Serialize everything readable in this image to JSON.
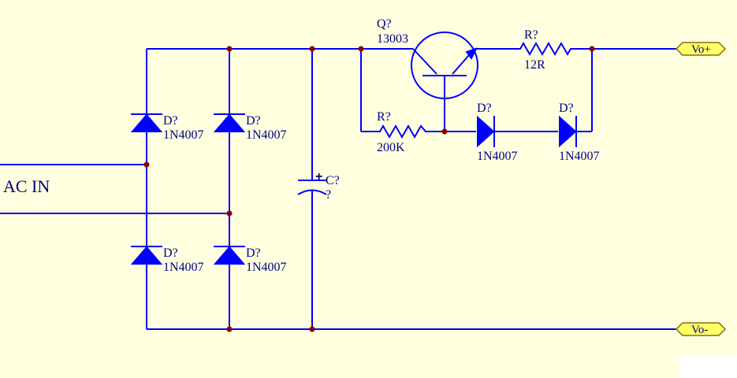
{
  "colors": {
    "background": "#ffffe0",
    "wire": "#0000ff",
    "junction": "#8b0000",
    "text": "#000080",
    "port_fill": "#ffff66"
  },
  "input_label": "AC IN",
  "bridge": {
    "d1": {
      "designator": "D?",
      "part": "1N4007"
    },
    "d2": {
      "designator": "D?",
      "part": "1N4007"
    },
    "d3": {
      "designator": "D?",
      "part": "1N4007"
    },
    "d4": {
      "designator": "D?",
      "part": "1N4007"
    }
  },
  "capacitor": {
    "designator": "C?",
    "value": "?",
    "polarity": "+"
  },
  "transistor": {
    "designator": "Q?",
    "part": "13003"
  },
  "r_base": {
    "designator": "R?",
    "value": "200K"
  },
  "r_out": {
    "designator": "R?",
    "value": "12R"
  },
  "d5": {
    "designator": "D?",
    "part": "1N4007"
  },
  "d6": {
    "designator": "D?",
    "part": "1N4007"
  },
  "ports": {
    "vout_pos": "Vo+",
    "vout_neg": "Vo-"
  }
}
